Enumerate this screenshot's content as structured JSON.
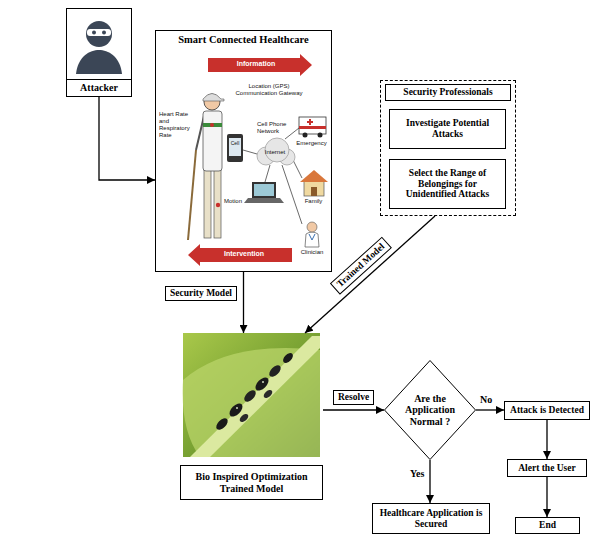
{
  "diagram": {
    "nodes": [
      {
        "text": [
          "Attacker"
        ]
      },
      {
        "text": [
          "Smart Connected Healthcare"
        ]
      },
      {
        "text": [
          "Security Professionals"
        ]
      },
      {
        "text": [
          "Investigate Potential Attacks"
        ],
        "in": 2
      },
      {
        "text": [
          "Select the Range of Belongings for Unidentified Attacks"
        ],
        "in": 2
      },
      {
        "text": [
          "Bio Inspired Optimization Trained Model"
        ]
      },
      {
        "text": [
          "Are the Application Normal ?"
        ]
      },
      {
        "text": [
          "Attack is Detected"
        ]
      },
      {
        "text": [
          "Alert the User"
        ]
      },
      {
        "text": [
          "Healthcare Application is Secured"
        ]
      },
      {
        "text": [
          "End"
        ]
      }
    ],
    "edges": [
      {
        "from": 0,
        "to": 1,
        "arrow": "to"
      },
      {
        "from": 1,
        "to": 5,
        "label": "Security Model",
        "arrow": "to"
      },
      {
        "from": 2,
        "to": 5,
        "label": "Trained Model",
        "arrow": "to"
      },
      {
        "from": 5,
        "to": 6,
        "label": "Resolve",
        "arrow": "to"
      },
      {
        "from": 6,
        "to": 7,
        "label": "No",
        "arrow": "to"
      },
      {
        "from": 6,
        "to": 9,
        "label": "Yes",
        "arrow": "to"
      },
      {
        "from": 7,
        "to": 8,
        "arrow": "to"
      },
      {
        "from": 8,
        "to": 10,
        "arrow": "to"
      }
    ],
    "labels": [
      "Information",
      "Location (GPS) Communication Gateway",
      "Heart Rate and Respiratory Rate",
      "Cell Phone Network",
      "Cell",
      "Internet",
      "Emergency",
      "Motion",
      "Family",
      "Clinician",
      "Intervention"
    ]
  }
}
